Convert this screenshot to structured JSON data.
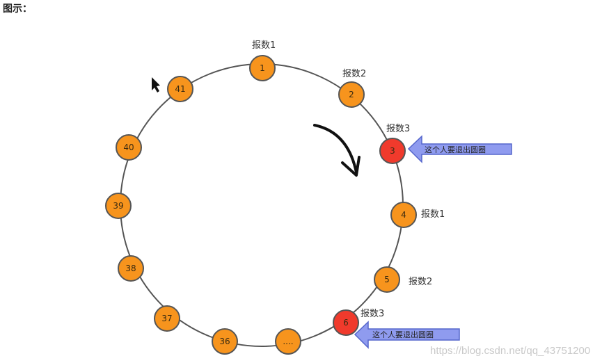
{
  "heading": "图示：",
  "watermark": "https://blog.csdn.net/qq_43751200",
  "colors": {
    "ring": "#555555",
    "node_fill": "#f7941d",
    "node_stroke": "#555555",
    "out_fill": "#f03a2c",
    "arrow_fill": "#8f9bef",
    "arrow_stroke": "#5566cc"
  },
  "nodes": [
    {
      "label": "1",
      "status": "normal"
    },
    {
      "label": "2",
      "status": "normal"
    },
    {
      "label": "3",
      "status": "out"
    },
    {
      "label": "4",
      "status": "normal"
    },
    {
      "label": "5",
      "status": "normal"
    },
    {
      "label": "6",
      "status": "out"
    },
    {
      "label": "....",
      "status": "normal"
    },
    {
      "label": "36",
      "status": "normal"
    },
    {
      "label": "37",
      "status": "normal"
    },
    {
      "label": "38",
      "status": "normal"
    },
    {
      "label": "39",
      "status": "normal"
    },
    {
      "label": "40",
      "status": "normal"
    },
    {
      "label": "41",
      "status": "normal"
    }
  ],
  "count_labels": [
    "报数1",
    "报数2",
    "报数3",
    "报数1",
    "报数2",
    "报数3"
  ],
  "exit_labels": [
    "这个人要退出圆圈",
    "这个人要退出圆圈"
  ],
  "icons": [
    "cursor-pointer-icon",
    "clockwise-arrow-icon",
    "left-arrow-icon"
  ]
}
